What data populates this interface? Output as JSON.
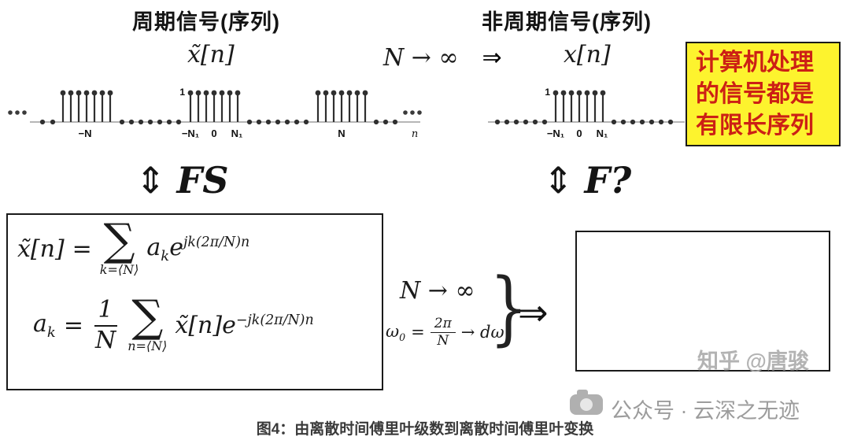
{
  "colors": {
    "note_bg": "#fdf32e",
    "note_text": "#cc2015",
    "ink": "#1a1a1a",
    "watermark_gray": "#9c9c9c"
  },
  "headers": {
    "periodic_title": "周期信号(序列)",
    "aperiodic_title": "非周期信号(序列)"
  },
  "signal_row": {
    "periodic_signal_label": "x̃[n]",
    "limit_text": "N → ∞",
    "implies": "⇒",
    "aperiodic_signal_label": "x[n]"
  },
  "note_box": {
    "line1": "计算机处理",
    "line2": "的信号都是",
    "line3": "有限长序列"
  },
  "plots": {
    "periodic": {
      "amplitude_label": "1",
      "ticks": {
        "neg_N": "−N",
        "neg_N1": "−N₁",
        "zero": "0",
        "N1": "N₁",
        "N": "N",
        "axis_var": "n"
      }
    },
    "aperiodic": {
      "amplitude_label": "1",
      "ticks": {
        "neg_N1": "−N₁",
        "zero": "0",
        "N1": "N₁"
      }
    }
  },
  "transform_row": {
    "updown_arrow": "⇕",
    "fs_label": "FS",
    "f_label": "F?"
  },
  "fs_box": {
    "eq1": {
      "lhs": "x̃[n]",
      "equals": "=",
      "sum": "∑",
      "sum_under": "k=⟨N⟩",
      "coef": "a",
      "coef_sub": "k",
      "e": "e",
      "exponent": "jk(2π/N)n"
    },
    "eq2": {
      "lhs": "a",
      "lhs_sub": "k",
      "equals": "=",
      "frac_num": "1",
      "frac_den": "N",
      "sum": "∑",
      "sum_under": "n=⟨N⟩",
      "x_term": "x̃[n]",
      "e": "e",
      "exponent": "−jk(2π/N)n"
    }
  },
  "limit_block": {
    "line1": "N → ∞",
    "omega": "ω",
    "omega_sub": "0",
    "equals": "=",
    "frac_num": "2π",
    "frac_den": "N",
    "arrow_to": "→ dω",
    "brace": "}",
    "implies": "⇒"
  },
  "watermarks": {
    "zhihu": "知乎 @唐骏",
    "wechat": "公众号 · 云深之无迹"
  },
  "caption": "图4：由离散时间傅里叶级数到离散时间傅里叶变换"
}
